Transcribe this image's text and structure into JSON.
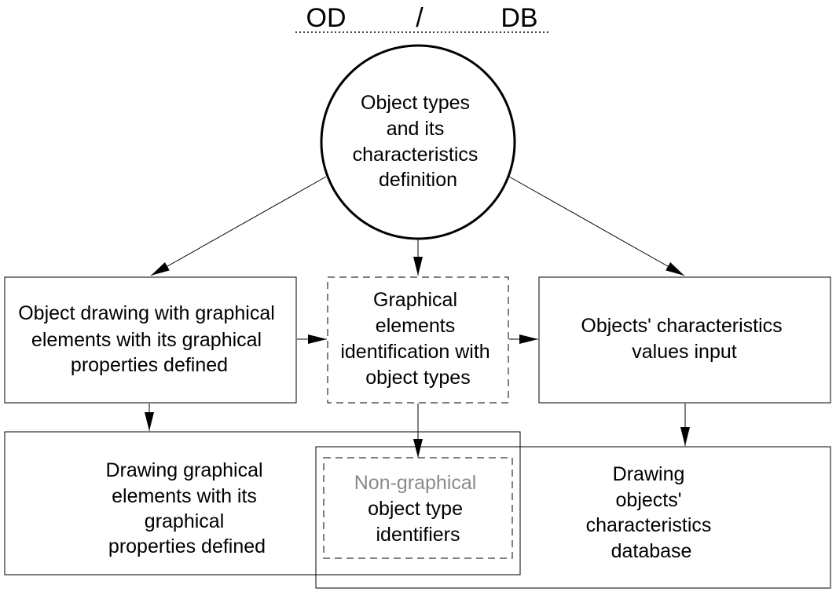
{
  "header": {
    "left": "OD",
    "separator": "/",
    "right": "DB"
  },
  "nodes": {
    "definition": [
      "Object types",
      "and its",
      "characteristics",
      "definition"
    ],
    "drawing": [
      "Object drawing with graphical",
      "elements with its graphical",
      "properties defined"
    ],
    "identification": [
      "Graphical",
      "elements",
      "identification with",
      "object types"
    ],
    "values": [
      "Objects' characteristics",
      "values input"
    ],
    "drawing_elements": [
      "Drawing graphical",
      "elements with its",
      "graphical",
      "properties defined"
    ],
    "identifiers_grey": "Non-graphical",
    "identifiers": [
      "object type",
      "identifiers"
    ],
    "database": [
      "Drawing",
      "objects'",
      "characteristics",
      "database"
    ]
  }
}
